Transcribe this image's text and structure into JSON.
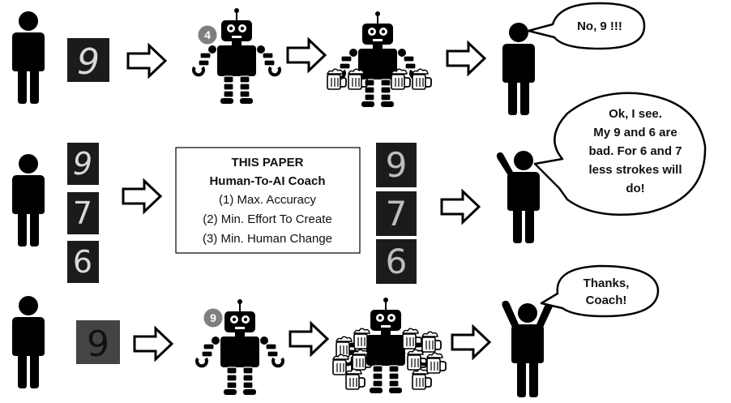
{
  "rows": [
    {
      "name": "baseline-row",
      "input_digits": [
        "9"
      ],
      "robot_prediction": "4",
      "speech": [
        "No, 9 !!!"
      ]
    },
    {
      "name": "coach-row",
      "input_digits": [
        "9",
        "7",
        "6"
      ],
      "coach_box": {
        "title": "THIS PAPER",
        "subtitle": "Human-To-AI Coach",
        "objectives": [
          "(1) Max. Accuracy",
          "(2) Min. Effort To Create",
          "(3) Min. Human Change"
        ]
      },
      "coached_digits": [
        "9",
        "7",
        "6"
      ],
      "speech": [
        "Ok, I see.",
        "My 9 and 6 are",
        "bad. For 6 and 7",
        "less strokes will",
        "do!"
      ]
    },
    {
      "name": "coached-row",
      "input_digits": [
        "9"
      ],
      "robot_prediction": "9",
      "speech": [
        "Thanks,",
        "Coach!"
      ]
    }
  ],
  "colors": {
    "figure": "#000000",
    "digit_bg": "#1b1b1b",
    "digit_stroke": "#d9d9d9",
    "badge": "#7f7f7f",
    "arrow_fill": "#ffffff"
  },
  "icons": [
    "person-icon",
    "robot-icon",
    "beer-mug-icon",
    "arrow-right-icon",
    "speech-bubble-icon"
  ]
}
